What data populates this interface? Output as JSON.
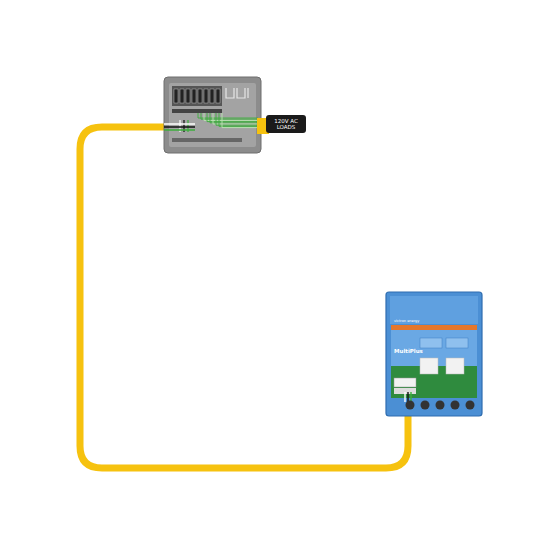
{
  "diagram": {
    "nodes": [
      {
        "text": [
          "120V AC LOADS"
        ]
      },
      {
        "text": [
          "victron energy",
          "MultiPlus"
        ]
      }
    ],
    "labels": []
  }
}
